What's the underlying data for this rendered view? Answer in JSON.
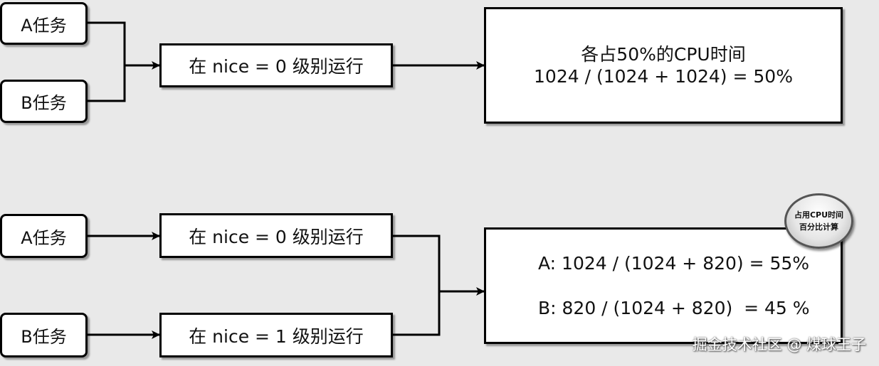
{
  "top": {
    "task_a": "A任务",
    "task_b": "B任务",
    "run_label": "在 nice = 0 级别运行",
    "result_line1": "各占50%的CPU时间",
    "result_line2": "1024 / (1024 + 1024) = 50%"
  },
  "bottom": {
    "task_a": "A任务",
    "task_b": "B任务",
    "run_label_a": "在 nice = 0 级别运行",
    "run_label_b": "在 nice = 1 级别运行",
    "result_line1": "A: 1024 / (1024 + 820) = 55%",
    "result_line2": "B: 820 / (1024 + 820)  = 45 %",
    "badge_line1": "占用CPU时间",
    "badge_line2": "百分比计算"
  },
  "watermark": "掘金技术社区 @ 煤球王子",
  "colors": {
    "background": "#e9e9e9",
    "box_fill": "#ffffff",
    "stroke": "#000000"
  }
}
